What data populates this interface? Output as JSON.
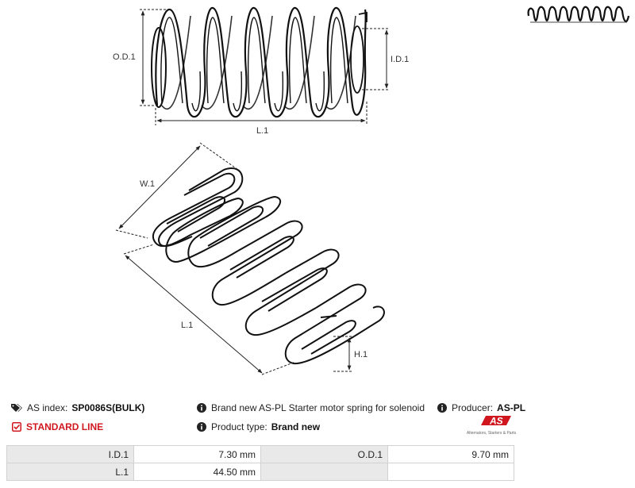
{
  "drawing": {
    "top_labels": {
      "od": "O.D.1",
      "id": "I.D.1",
      "length": "L.1"
    },
    "bottom_labels": {
      "width": "W.1",
      "length": "L.1",
      "height": "H.1"
    }
  },
  "info": {
    "as_index_label": "AS index:",
    "as_index_value": "SP0086S(BULK)",
    "description": "Brand new AS-PL Starter motor spring for solenoid",
    "producer_label": "Producer:",
    "producer_value": "AS-PL",
    "standard_line": "STANDARD LINE",
    "product_type_label": "Product type:",
    "product_type_value": "Brand new"
  },
  "logo": {
    "text": "AS",
    "caption": "Alternators, Starters & Parts",
    "color": "#d0171f"
  },
  "specs": [
    {
      "k1": "I.D.1",
      "v1": "7.30 mm",
      "k2": "O.D.1",
      "v2": "9.70 mm"
    },
    {
      "k1": "L.1",
      "v1": "44.50 mm",
      "k2": "",
      "v2": ""
    }
  ]
}
